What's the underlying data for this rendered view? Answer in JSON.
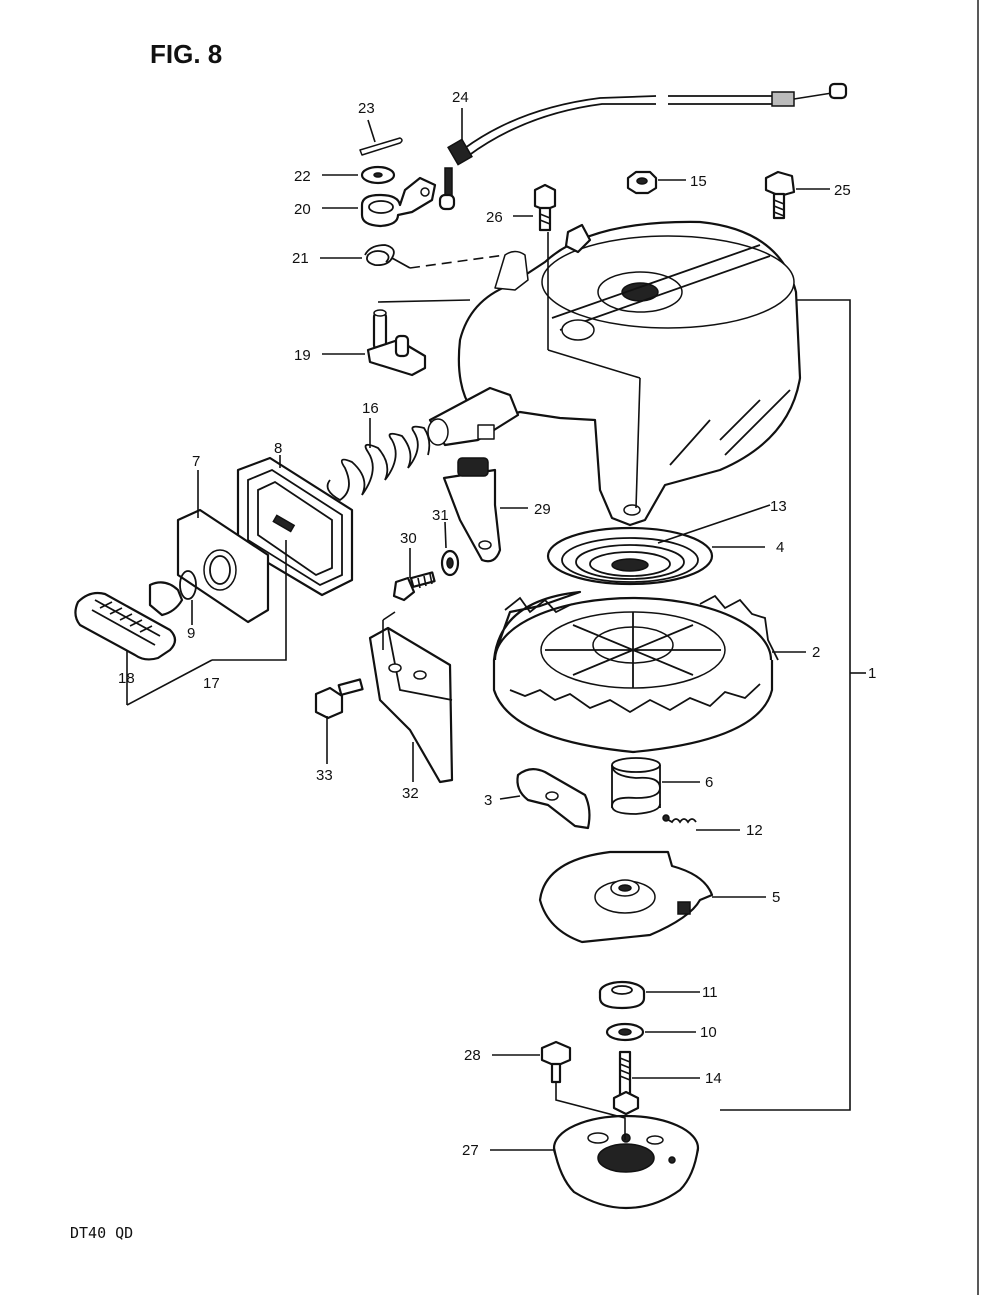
{
  "figure": {
    "title": "FIG. 8",
    "model": "DT40 QD"
  },
  "callouts": {
    "p1": "1",
    "p2": "2",
    "p3": "3",
    "p4": "4",
    "p5": "5",
    "p6": "6",
    "p7": "7",
    "p8": "8",
    "p9": "9",
    "p10": "10",
    "p11": "11",
    "p12": "12",
    "p13": "13",
    "p14": "14",
    "p15": "15",
    "p16": "16",
    "p17": "17",
    "p18": "18",
    "p19": "19",
    "p20": "20",
    "p21": "21",
    "p22": "22",
    "p23": "23",
    "p24": "24",
    "p25": "25",
    "p26": "26",
    "p27": "27",
    "p28": "28",
    "p29": "29",
    "p30": "30",
    "p31": "31",
    "p32": "32",
    "p33": "33"
  }
}
